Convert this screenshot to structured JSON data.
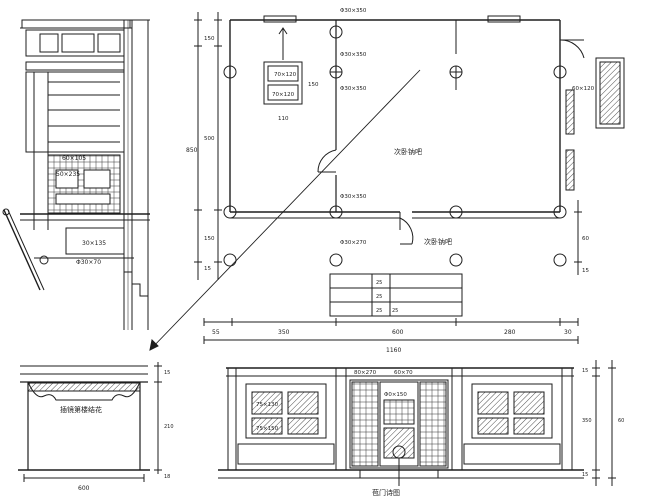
{
  "sheet": {
    "ink": "#1e1e1e",
    "paper": "#ffffff"
  },
  "plan": {
    "room_label_main": "次卧钠吧",
    "room_label_hall": "次卧钠吧",
    "window_tag_1": "70×120",
    "window_tag_2": "70×120",
    "window_tag_3": "60×120",
    "col_tag_1": "Φ30×350",
    "col_tag_2": "Φ30×350",
    "col_tag_3": "Φ30×350",
    "col_tag_4": "Φ30×350",
    "col_tag_5": "Φ30×270",
    "door_dim": "110",
    "side_dim": "150",
    "dim_left_total": "850",
    "dim_left_a": "150",
    "dim_left_b": "500",
    "dim_left_c": "150",
    "dim_left_d": "15",
    "dim_right_a": "60",
    "dim_right_b": "15",
    "step_dims": [
      "25",
      "25",
      "25",
      "25"
    ]
  },
  "section_left": {
    "tag_1": "60×105",
    "tag_2": "50×235",
    "tag_3": "30×135",
    "tag_4": "Φ30×70"
  },
  "elevation": {
    "dim_a": "55",
    "dim_b": "350",
    "dim_c": "600",
    "dim_d": "280",
    "dim_e": "30",
    "dim_total": "1160",
    "tag_top_left": "80×270",
    "tag_top_mid": "60×70",
    "tag_mid": "Φ0×150",
    "tag_win_1": "75×130",
    "tag_win_2": "75×150",
    "dim_right_a": "15",
    "dim_right_b": "350",
    "dim_right_c": "60",
    "dim_right_d": "15",
    "caption": "苞门诗图"
  },
  "detail": {
    "caption": "插镜第楼结花",
    "dim_bottom": "600",
    "dim_side_a": "15",
    "dim_side_b": "210",
    "dim_side_c": "18"
  }
}
